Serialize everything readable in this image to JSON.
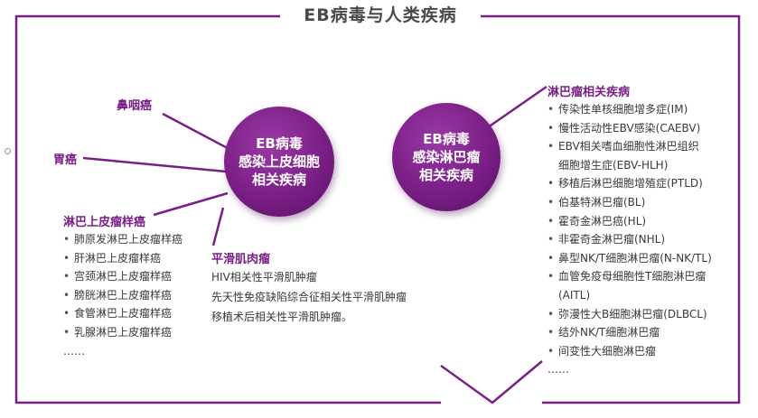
{
  "title": "EB病毒与人类疾病",
  "colors": {
    "accent": "#7a1f86"
  },
  "left_circle": {
    "lines": [
      "EB病毒",
      "感染上皮细胞",
      "相关疾病"
    ]
  },
  "right_circle": {
    "lines": [
      "EB病毒",
      "感染淋巴瘤",
      "相关疾病"
    ]
  },
  "nasopharyngeal": "鼻咽癌",
  "gastric": "胃癌",
  "lymphoepithelioma": {
    "heading": "淋巴上皮瘤样癌",
    "items": [
      "肺原发淋巴上皮瘤样癌",
      "肝淋巴上皮瘤样癌",
      "宫颈淋巴上皮瘤样癌",
      "膀胱淋巴上皮瘤样癌",
      "食管淋巴上皮瘤样癌",
      "乳腺淋巴上皮瘤样癌"
    ],
    "more": "……"
  },
  "smooth_muscle": {
    "heading": "平滑肌肉瘤",
    "items": [
      "HIV相关性平滑肌肿瘤",
      "先天性免疫缺陷综合征相关性平滑肌肿瘤",
      "移植术后相关性平滑肌肿瘤。"
    ]
  },
  "lymphoma": {
    "heading": "淋巴瘤相关疾病",
    "items": [
      "传染性单核细胞增多症(IM)",
      "慢性活动性EBV感染(CAEBV)",
      "EBV相关嗜血细胞性淋巴组织",
      "细胞增生症(EBV-HLH)",
      "移植后淋巴细胞增殖症(PTLD)",
      "伯基特淋巴瘤(BL)",
      "霍奇金淋巴癌(HL)",
      "非霍奇金淋巴瘤(NHL)",
      "鼻型NK/T细胞淋巴瘤(N-NK/TL)",
      "血管免疫母细胞性T细胞淋巴瘤",
      "(AITL)",
      "弥漫性大B细胞淋巴瘤(DLBCL)",
      "结外NK/T细胞淋巴瘤",
      "间变性大细胞淋巴瘤"
    ],
    "more": "……"
  }
}
